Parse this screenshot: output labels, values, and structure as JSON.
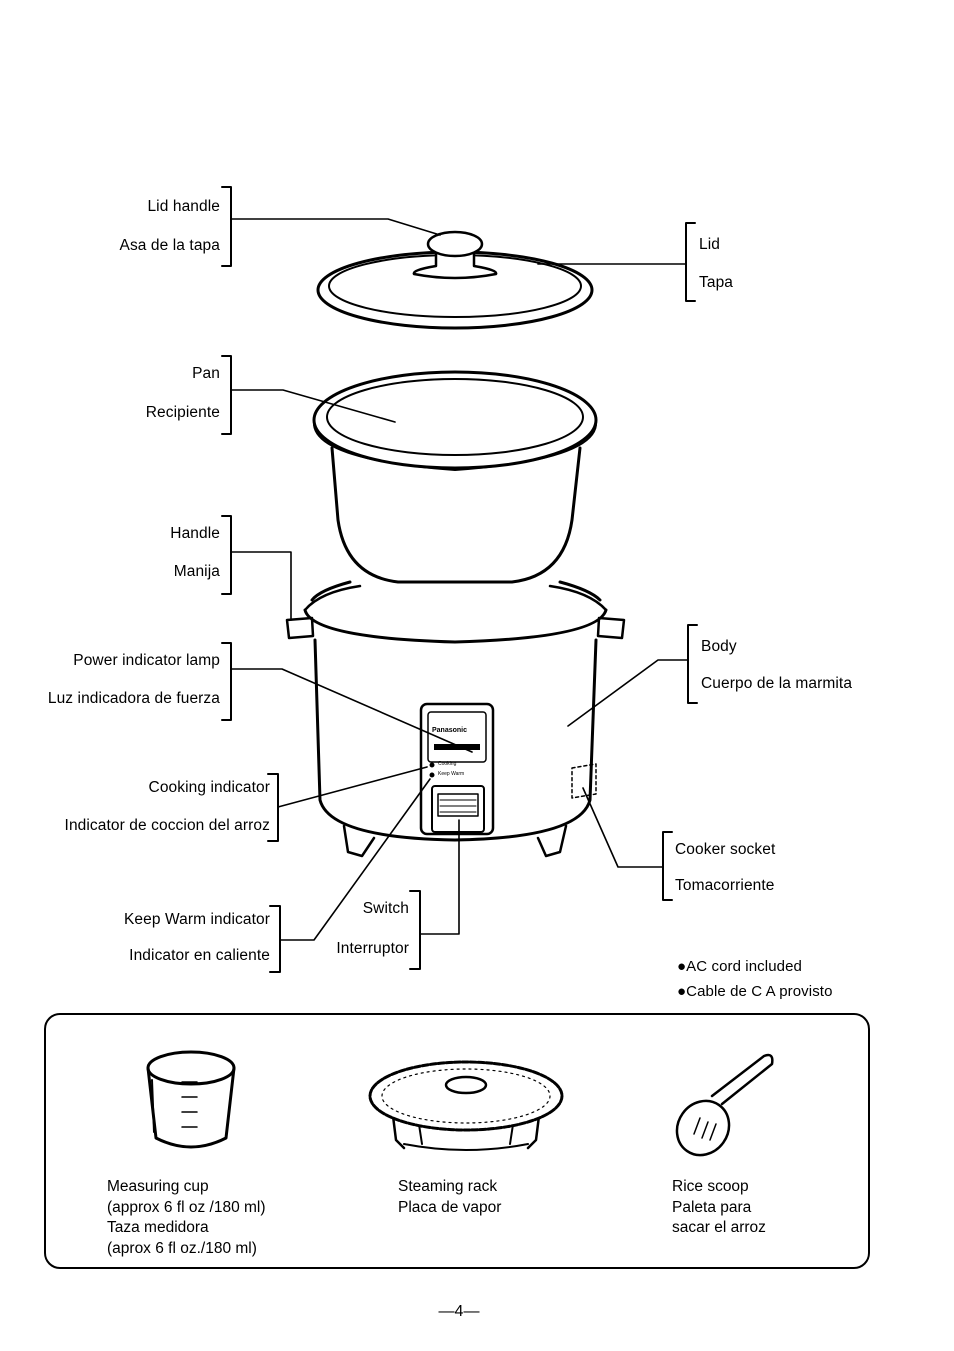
{
  "labels": {
    "lid_handle": [
      "Lid handle",
      "Asa de la tapa"
    ],
    "lid": [
      "Lid",
      "Tapa"
    ],
    "pan": [
      "Pan",
      "Recipiente"
    ],
    "handle": [
      "Handle",
      "Manija"
    ],
    "power_lamp": [
      "Power indicator lamp",
      "Luz indicadora de fuerza"
    ],
    "body": [
      "Body",
      "Cuerpo de la marmita"
    ],
    "cooking_indicator": [
      "Cooking indicator",
      "Indicator de coccion del arroz"
    ],
    "cooker_socket": [
      "Cooker socket",
      "Tomacorriente"
    ],
    "keep_warm": [
      "Keep Warm indicator",
      "Indicator en caliente"
    ],
    "switch": [
      "Switch",
      "Interruptor"
    ]
  },
  "panel_text": {
    "brand": "Panasonic",
    "cooking": "Cooking",
    "keep_warm": "Keep Warm"
  },
  "notes": [
    "●AC cord included",
    "●Cable de C A provisto"
  ],
  "accessories": [
    {
      "name": "measuring-cup",
      "lines": [
        "Measuring cup",
        "(approx  6 fl oz /180 ml)",
        "Taza medidora",
        "(aprox  6 fl oz./180 ml)"
      ]
    },
    {
      "name": "steaming-rack",
      "lines": [
        "Steaming rack",
        "Placa de vapor"
      ]
    },
    {
      "name": "rice-scoop",
      "lines": [
        "Rice scoop",
        "Paleta para",
        "sacar el arroz"
      ]
    }
  ],
  "page_number": "—4—"
}
